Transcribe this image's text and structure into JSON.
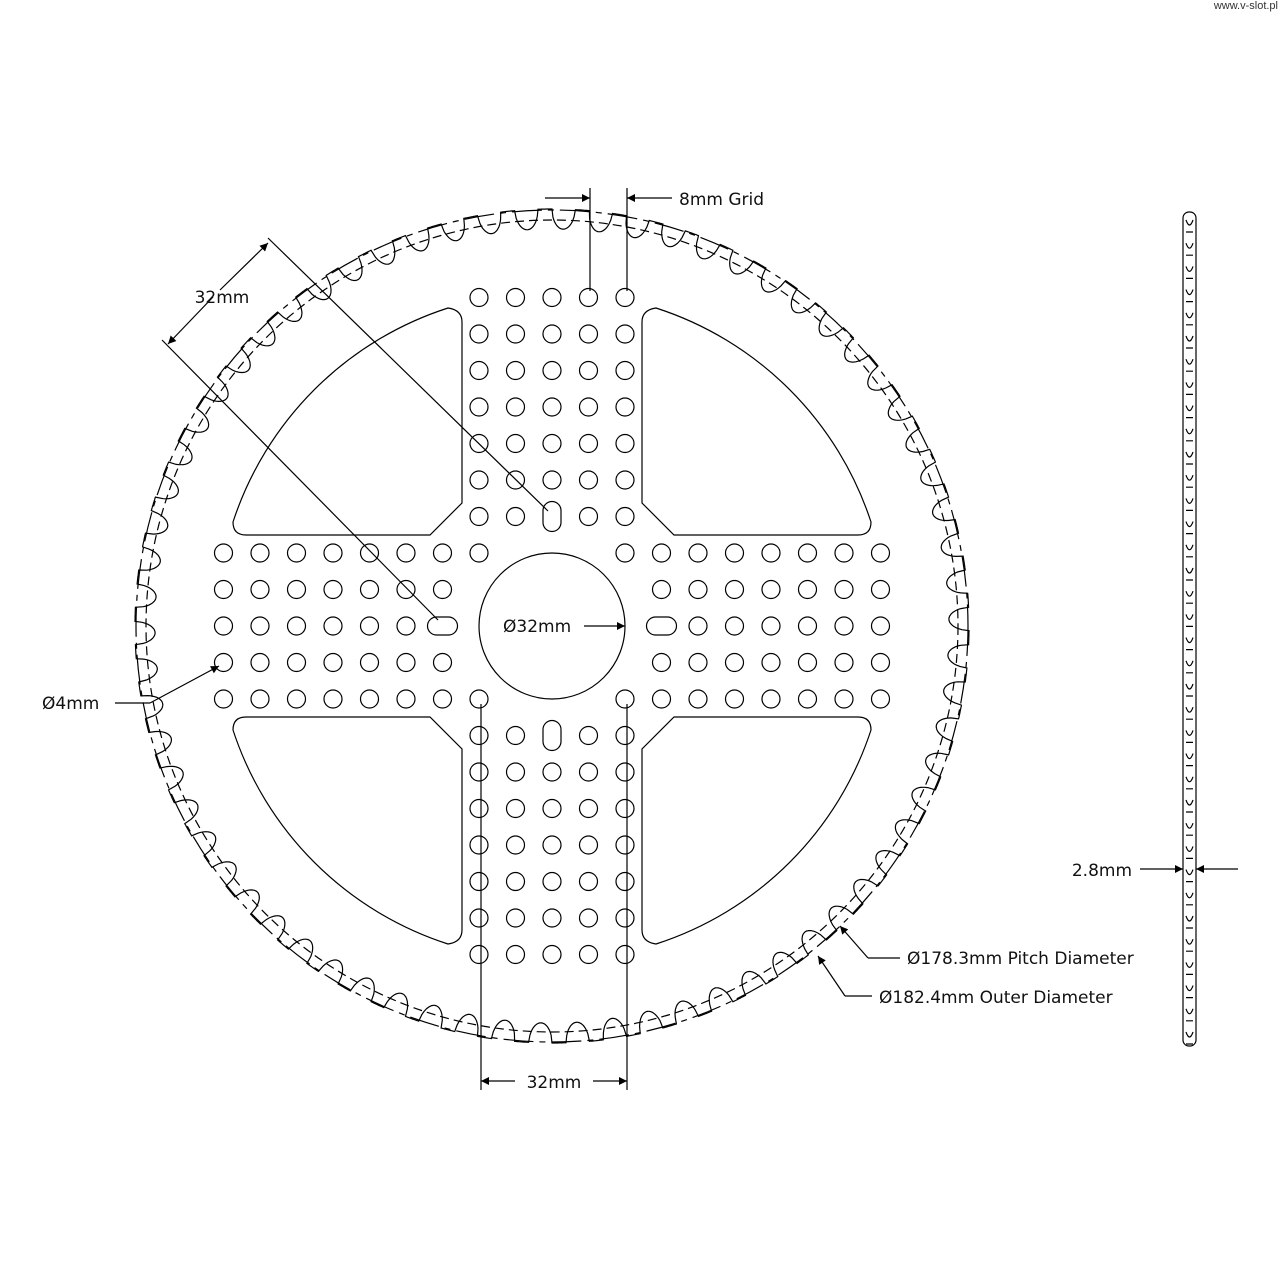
{
  "watermark": "www.v-slot.pl",
  "labels": {
    "grid": "8mm Grid",
    "diag_spacing": "32mm",
    "hole_dia": "Ø4mm",
    "center_dia": "Ø32mm",
    "bottom_spacing": "32mm",
    "thickness": "2.8mm",
    "pitch_dia": "Ø178.3mm Pitch Diameter",
    "outer_dia": "Ø182.4mm Outer Diameter"
  },
  "part": {
    "teeth": 70,
    "grid_mm": 8,
    "pitch_diameter_mm": 178.3,
    "outer_diameter_mm": 182.4,
    "thickness_mm": 2.8
  }
}
